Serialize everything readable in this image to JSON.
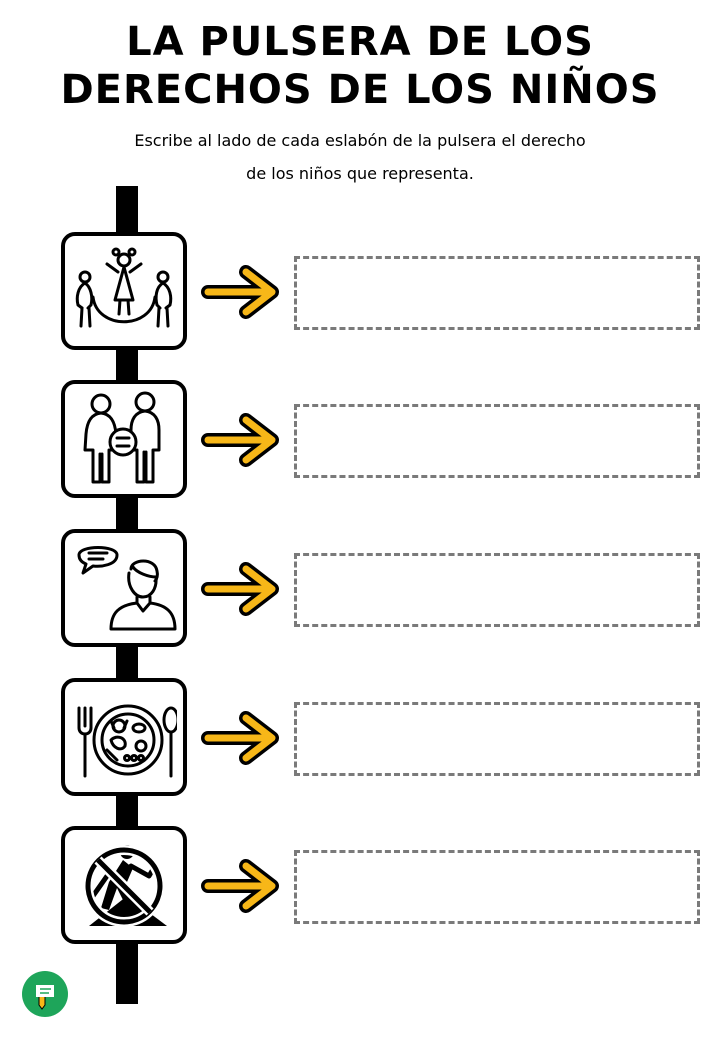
{
  "page": {
    "title_line1": "LA PULSERA DE LOS",
    "title_line2": "DERECHOS DE LOS NIÑOS",
    "instructions_line1": "Escribe al lado de cada eslabón de la pulsera el derecho",
    "instructions_line2": "de los niños que representa."
  },
  "links": [
    {
      "icon": "children-playing-jump-rope-icon"
    },
    {
      "icon": "equality-man-woman-icon"
    },
    {
      "icon": "person-speaking-speech-bubble-icon"
    },
    {
      "icon": "food-plate-cutlery-icon"
    },
    {
      "icon": "no-child-labor-icon"
    }
  ],
  "colors": {
    "arrow": "#f7b718",
    "answer_border": "#7a7a7a",
    "cord": "#000000",
    "logo": "#1ea55a"
  }
}
